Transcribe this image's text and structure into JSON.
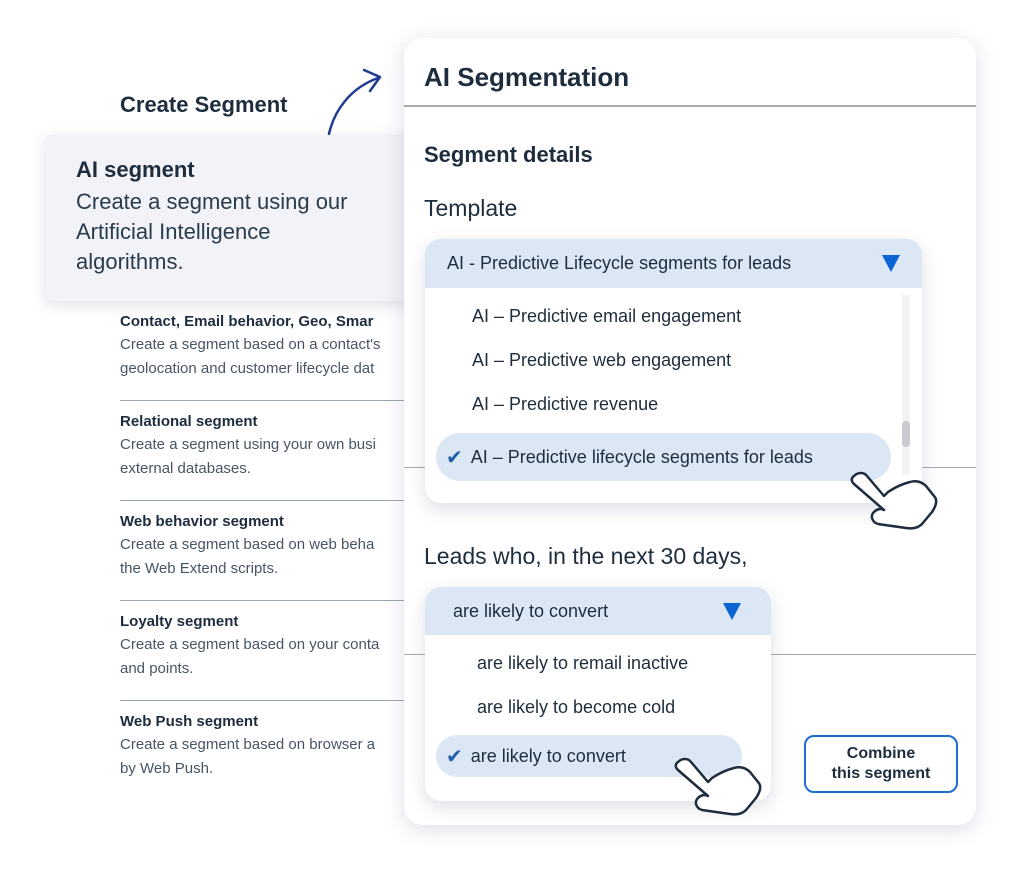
{
  "background": {
    "title": "Create Segment",
    "ai_card": {
      "title": "AI segment",
      "description": "Create a segment using our Artificial Intelligence algorithms."
    },
    "segments": [
      {
        "title": "Contact, Email behavior, Geo, Smar",
        "line1": "Create a segment based on a contact's",
        "line2": "geolocation and customer lifecycle dat"
      },
      {
        "title": "Relational segment",
        "line1": "Create a segment using your own busi",
        "line2": "external databases."
      },
      {
        "title": "Web behavior segment",
        "line1": "Create a segment based on web beha",
        "line2": "the Web Extend scripts."
      },
      {
        "title": "Loyalty segment",
        "line1": "Create a segment based on your conta",
        "line2": "and points."
      },
      {
        "title": "Web Push segment",
        "line1": "Create a segment based on browser a",
        "line2": "by Web Push."
      }
    ]
  },
  "panel": {
    "title": "AI Segmentation",
    "section_title": "Segment details",
    "template_label": "Template",
    "template_dropdown": {
      "selected": "AI - Predictive Lifecycle segments for leads",
      "options": [
        "AI – Predictive email engagement",
        "AI – Predictive web engagement",
        "AI – Predictive revenue",
        "AI – Predictive lifecycle segments for leads"
      ],
      "checked_option": "AI – Predictive lifecycle segments for leads"
    },
    "condition_label": "Leads who, in the next 30 days,",
    "condition_dropdown": {
      "selected": "are likely to convert",
      "options": [
        "are likely to remail inactive",
        "are likely to become cold",
        "are likely to convert"
      ],
      "checked_option": "are likely to convert"
    },
    "combine_button": {
      "line1": "Combine",
      "line2": "this segment"
    }
  },
  "icons": {
    "check": "✔",
    "caret": "caret-down-icon",
    "hand": "pointer-hand-icon",
    "arrow": "curved-arrow-icon"
  },
  "colors": {
    "accent": "#0b64d3",
    "selected_bg": "#dbe7f4",
    "text": "#1d2d3e",
    "arrow": "#1f3c8f"
  }
}
